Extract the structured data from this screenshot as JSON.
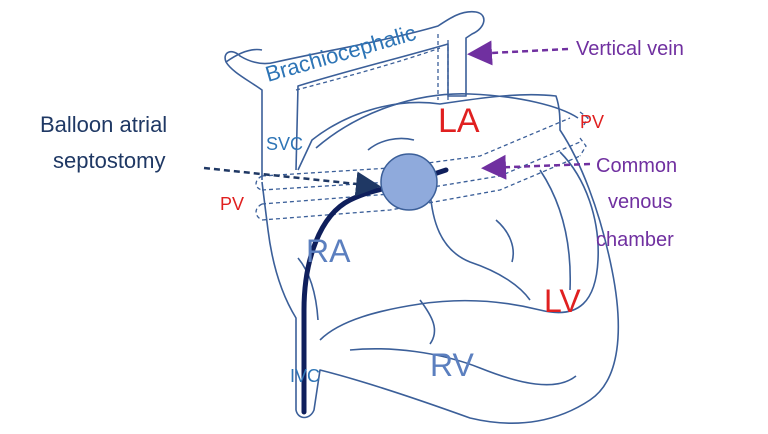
{
  "labels": {
    "brachiocephalic": "Brachiocephalic",
    "vertical_vein": "Vertical vein",
    "balloon_line1": "Balloon atrial",
    "balloon_line2": "septostomy",
    "svc": "SVC",
    "la": "LA",
    "pv_right": "PV",
    "pv_left": "PV",
    "common_line1": "Common",
    "common_line2": "venous",
    "common_line3": "chamber",
    "ra": "RA",
    "lv": "LV",
    "rv": "RV",
    "ivc": "IVC"
  },
  "colors": {
    "vessel_blue": "#2e75b6",
    "outline": "#4a6fa5",
    "chamber_red": "#e02020",
    "annotation_purple": "#7030a0",
    "dark_navy": "#1f3864",
    "catheter": "#0f1f5c",
    "balloon_fill": "#8faadc",
    "ra_rv_text": "#5b7fbf"
  }
}
